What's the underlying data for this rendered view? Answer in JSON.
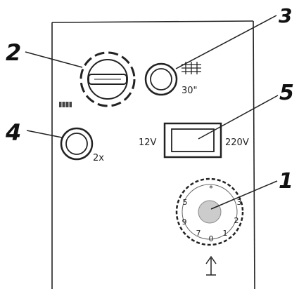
{
  "callouts": {
    "knob_selector": "1",
    "knob_large": "2",
    "button_30": "3",
    "button_2x": "4",
    "voltage_switch": "5"
  },
  "labels": {
    "button_30_text": "30\"",
    "button_2x_text": "2x",
    "volt_left": "12V",
    "volt_right": "220V"
  },
  "dial_numbers": [
    "3",
    "2",
    "1",
    "0",
    "7",
    "9",
    "5",
    "*"
  ]
}
